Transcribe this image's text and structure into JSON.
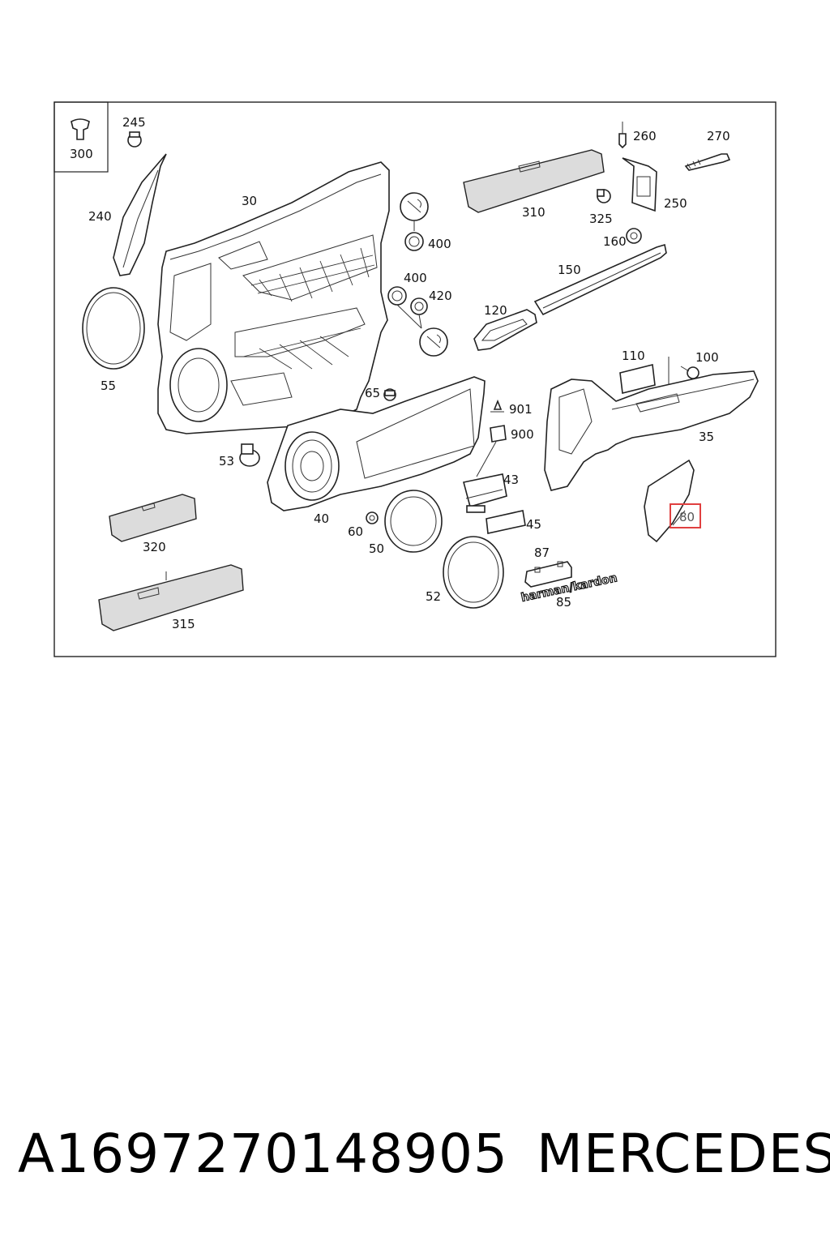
{
  "labels": {
    "l300": "300",
    "l245": "245",
    "l240": "240",
    "l30": "30",
    "l55": "55",
    "l400a": "400",
    "l400b": "400",
    "l420": "420",
    "l310": "310",
    "l260": "260",
    "l270": "270",
    "l250": "250",
    "l325": "325",
    "l160": "160",
    "l150": "150",
    "l120": "120",
    "l110": "110",
    "l100": "100",
    "l35": "35",
    "l65": "65",
    "l901": "901",
    "l900": "900",
    "l53": "53",
    "l43": "43",
    "l40": "40",
    "l45": "45",
    "l320": "320",
    "l60": "60",
    "l50": "50",
    "l80": "80",
    "l87": "87",
    "l52": "52",
    "l85": "85",
    "l315": "315"
  },
  "brand_text": "harman/kardon",
  "footer": {
    "part_number": "A1697270148905",
    "brand": "MERCEDES"
  },
  "colors": {
    "highlight": "#e04040",
    "line": "#222222"
  }
}
